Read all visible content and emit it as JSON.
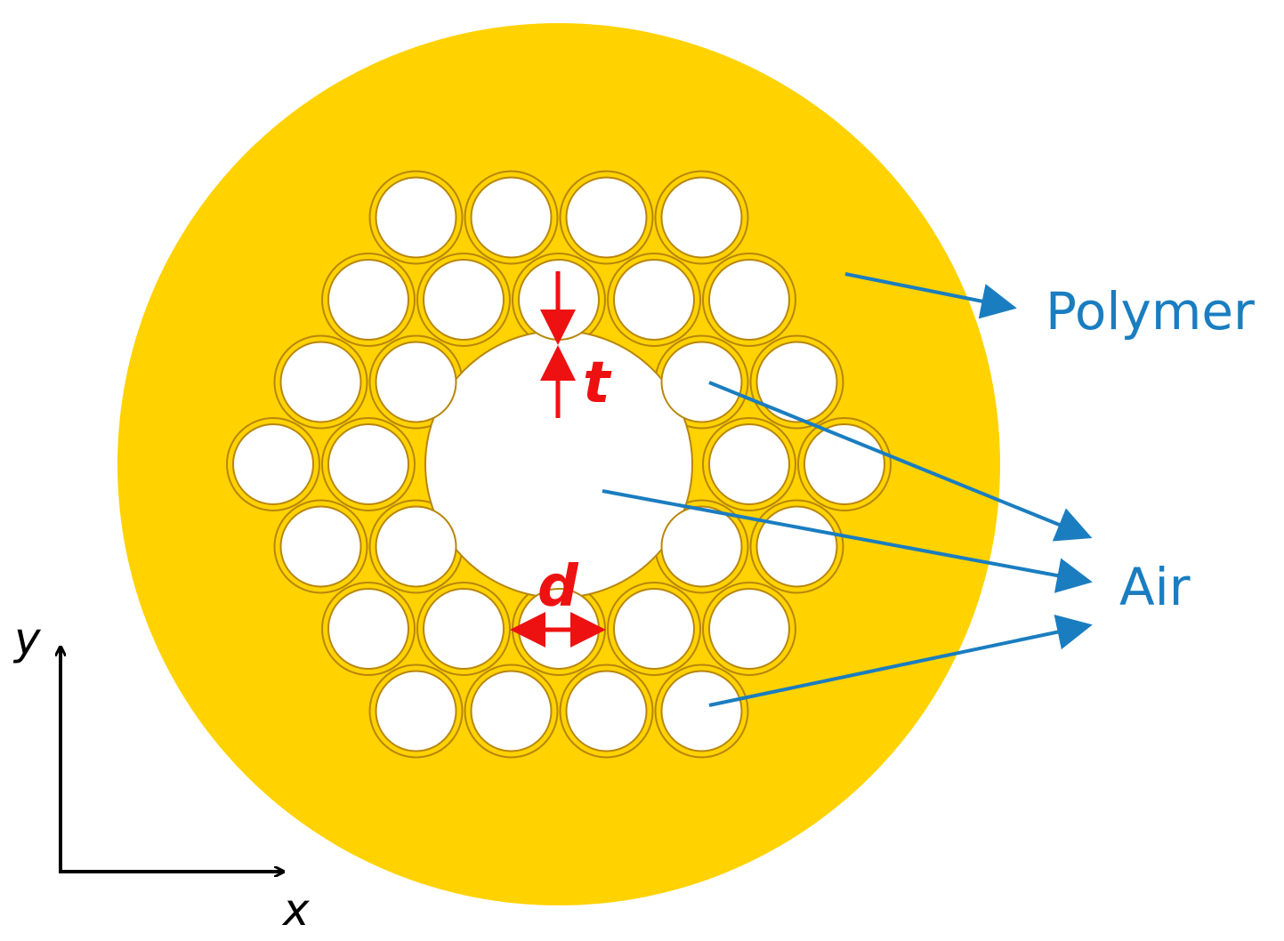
{
  "labels": {
    "polymer": "Polymer",
    "air": "Air",
    "t": "t",
    "d": "d",
    "axis_x": "x",
    "axis_y": "y"
  },
  "colors": {
    "polymer": "#FFD200",
    "cladding_stroke": "#B8860B",
    "leader": "#1A7DC0",
    "dimension": "#EE1111",
    "axis": "#000000"
  },
  "icons": {
    "leader_arrow": "arrowhead",
    "dimension_arrow": "arrowhead",
    "axis_arrow": "arrowhead"
  }
}
